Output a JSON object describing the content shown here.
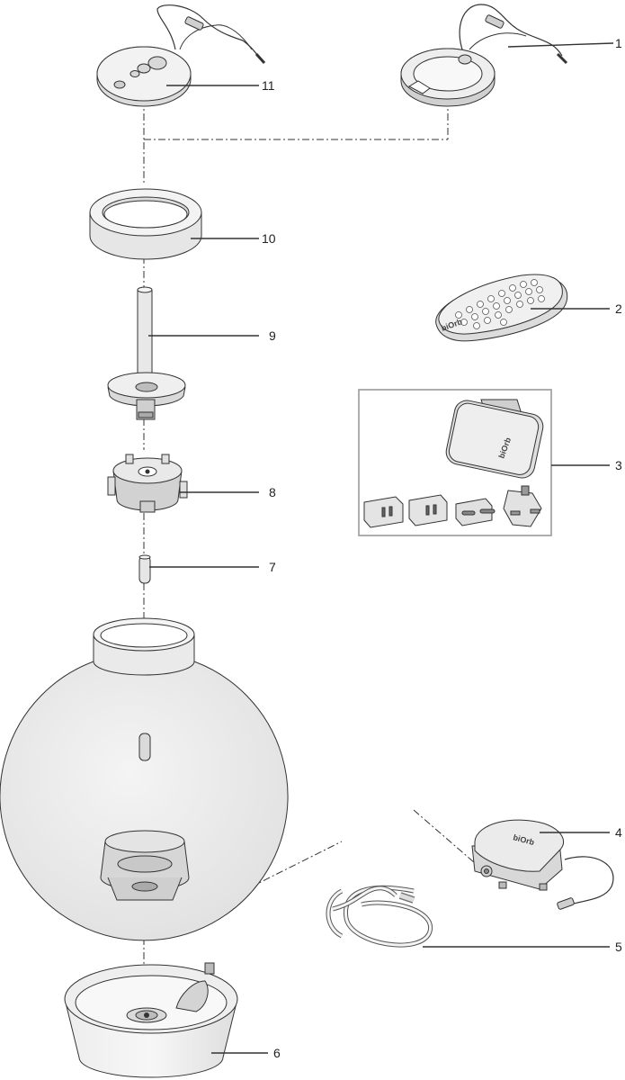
{
  "callouts": {
    "c1": "1",
    "c2": "2",
    "c3": "3",
    "c4": "4",
    "c5": "5",
    "c6": "6",
    "c7": "7",
    "c8": "8",
    "c9": "9",
    "c10": "10",
    "c11": "11"
  },
  "brand": {
    "remote": "biOrb",
    "adapter": "biOrb",
    "pump": "biOrb"
  },
  "colors": {
    "stroke": "#333333",
    "shade_light": "#f0f0f0",
    "shade_mid": "#dcdcdc",
    "shade_dark": "#b8b8b8",
    "box_border": "#999999"
  }
}
